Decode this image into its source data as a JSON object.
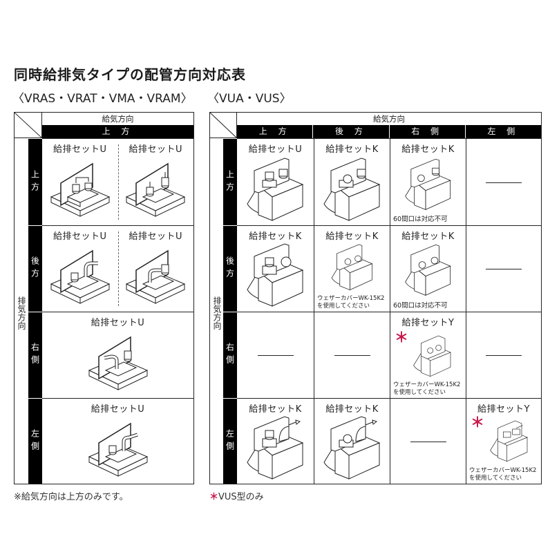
{
  "title": "同時給排気タイプの配管方向対応表",
  "left_table": {
    "subtitle": "〈VRAS・VRAT・VMA・VRAM〉",
    "supply_header": "給気方向",
    "columns": [
      "上 方"
    ],
    "exhaust_header": "排気方向",
    "rows": [
      {
        "label": "上方",
        "cells": [
          {
            "sets": [
              "給排セットU",
              "給排セットU"
            ]
          }
        ]
      },
      {
        "label": "後方",
        "cells": [
          {
            "sets": [
              "給排セットU",
              "給排セットU"
            ]
          }
        ]
      },
      {
        "label": "右側",
        "cells": [
          {
            "sets": [
              "給排セットU"
            ]
          }
        ]
      },
      {
        "label": "左側",
        "cells": [
          {
            "sets": [
              "給排セットU"
            ]
          }
        ]
      }
    ],
    "footnote": "※給気方向は上方のみです。"
  },
  "right_table": {
    "subtitle": "〈VUA・VUS〉",
    "supply_header": "給気方向",
    "columns": [
      "上 方",
      "後 方",
      "右 側",
      "左 側"
    ],
    "exhaust_header": "排気方向",
    "rows": [
      {
        "label": "上方",
        "cells": [
          {
            "set": "給排セットU",
            "note": "",
            "asterisk": false
          },
          {
            "set": "給排セットK",
            "note": "",
            "asterisk": false
          },
          {
            "set": "給排セットK",
            "note": "60間口は対応不可",
            "asterisk": false
          },
          {
            "set": "",
            "note": "",
            "asterisk": false,
            "dash": true
          }
        ]
      },
      {
        "label": "後方",
        "cells": [
          {
            "set": "給排セットK",
            "note": "",
            "asterisk": false
          },
          {
            "set": "給排セットK",
            "note": "ウェザーカバーWK-15K2|を使用してください",
            "asterisk": false
          },
          {
            "set": "給排セットK",
            "note": "60間口は対応不可",
            "asterisk": false
          },
          {
            "set": "",
            "note": "",
            "asterisk": false,
            "dash": true
          }
        ]
      },
      {
        "label": "右側",
        "cells": [
          {
            "set": "",
            "dash": true
          },
          {
            "set": "",
            "dash": true
          },
          {
            "set": "給排セットY",
            "note": "ウェザーカバーWK-15K2|を使用してください",
            "asterisk": true
          },
          {
            "set": "",
            "dash": true
          }
        ]
      },
      {
        "label": "左側",
        "cells": [
          {
            "set": "給排セットK",
            "note": "",
            "asterisk": false
          },
          {
            "set": "給排セットK",
            "note": "",
            "asterisk": false
          },
          {
            "set": "",
            "dash": true
          },
          {
            "set": "給排セットY",
            "note": "ウェザーカバーWK-15K2|を使用してください",
            "asterisk": true
          }
        ]
      }
    ],
    "footnote_mark": "＊",
    "footnote": "VUS型のみ"
  },
  "colors": {
    "asterisk": "#c8174a",
    "header_bg": "#000000",
    "border": "#222222"
  },
  "notes": {
    "n60": "60間口は対応不可",
    "wk_line1": "ウェザーカバーWK-15K2",
    "wk_line2": "を使用してください"
  }
}
